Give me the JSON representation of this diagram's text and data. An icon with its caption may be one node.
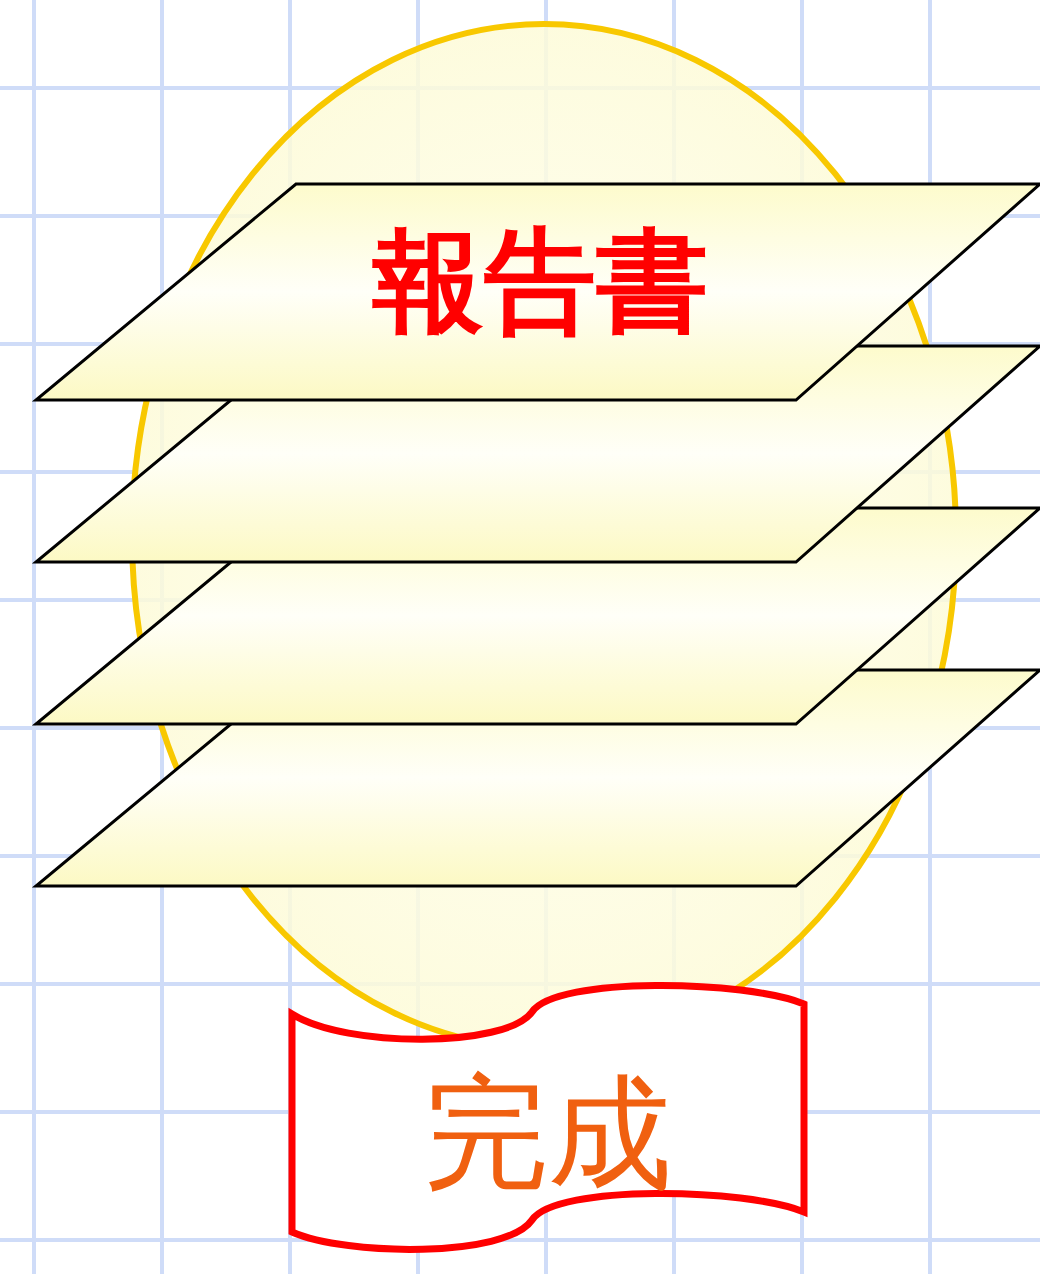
{
  "diagram": {
    "nodes": [
      {
        "text": [
          "報告書"
        ]
      },
      {
        "text": [],
        "shape": "parallelogram"
      },
      {
        "text": [],
        "shape": "parallelogram"
      },
      {
        "text": [],
        "shape": "parallelogram"
      },
      {
        "text": [
          "完成"
        ]
      }
    ]
  }
}
